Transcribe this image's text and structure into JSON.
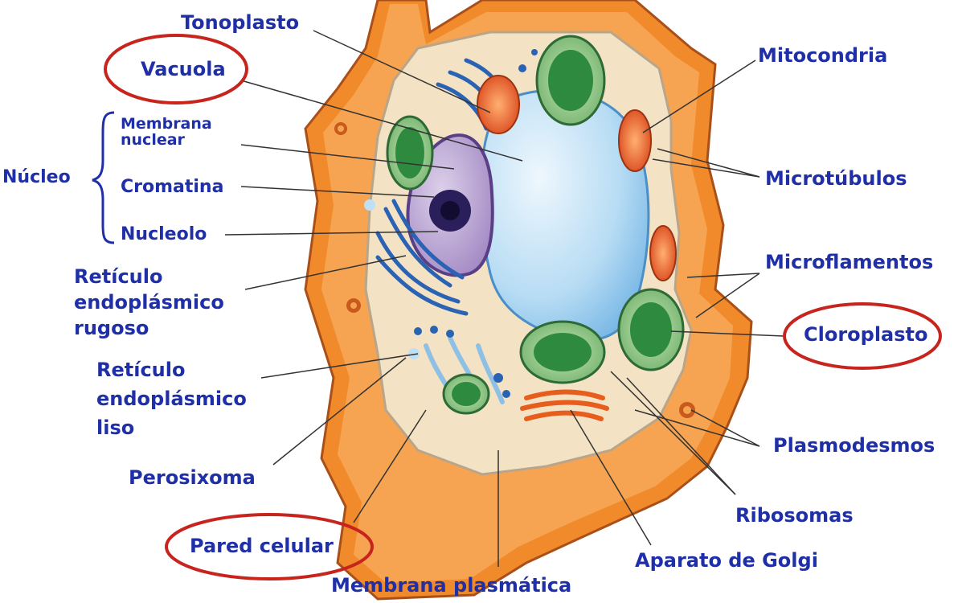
{
  "labels": {
    "tonoplasto": "Tonoplasto",
    "vacuola": "Vacuola",
    "membrana_nuclear_1": "Membrana",
    "membrana_nuclear_2": "nuclear",
    "nucleo": "Núcleo",
    "cromatina": "Cromatina",
    "nucleolo": "Nucleolo",
    "rer_1": "Retículo",
    "rer_2": "endoplásmico",
    "rer_3": "rugoso",
    "rel_1": "Retículo",
    "rel_2": "endoplásmico",
    "rel_3": "liso",
    "perosixoma": "Perosixoma",
    "pared_celular": "Pared celular",
    "membrana_plasmatica": "Membrana plasmática",
    "mitocondria": "Mitocondria",
    "microtubulos": "Microtúbulos",
    "microflamentos": "Microflamentos",
    "cloroplasto": "Cloroplasto",
    "plasmodesmos": "Plasmodesmos",
    "ribosomas": "Ribosomas",
    "aparato_golgi": "Aparato de Golgi"
  },
  "highlighted": [
    "Vacuola",
    "Pared celular",
    "Cloroplasto"
  ],
  "colors": {
    "label_text": "#1f2fa8",
    "highlight_ring": "#c8241e",
    "cell_wall": "#f08a2a",
    "cytoplasm": "#f4e2c4",
    "vacuole": "#a9d4f2",
    "nucleus": "#b9a3d1",
    "chloroplast": "#2e8a3e",
    "mitochondria": "#e6551e",
    "reticulum": "#2a62b4"
  }
}
